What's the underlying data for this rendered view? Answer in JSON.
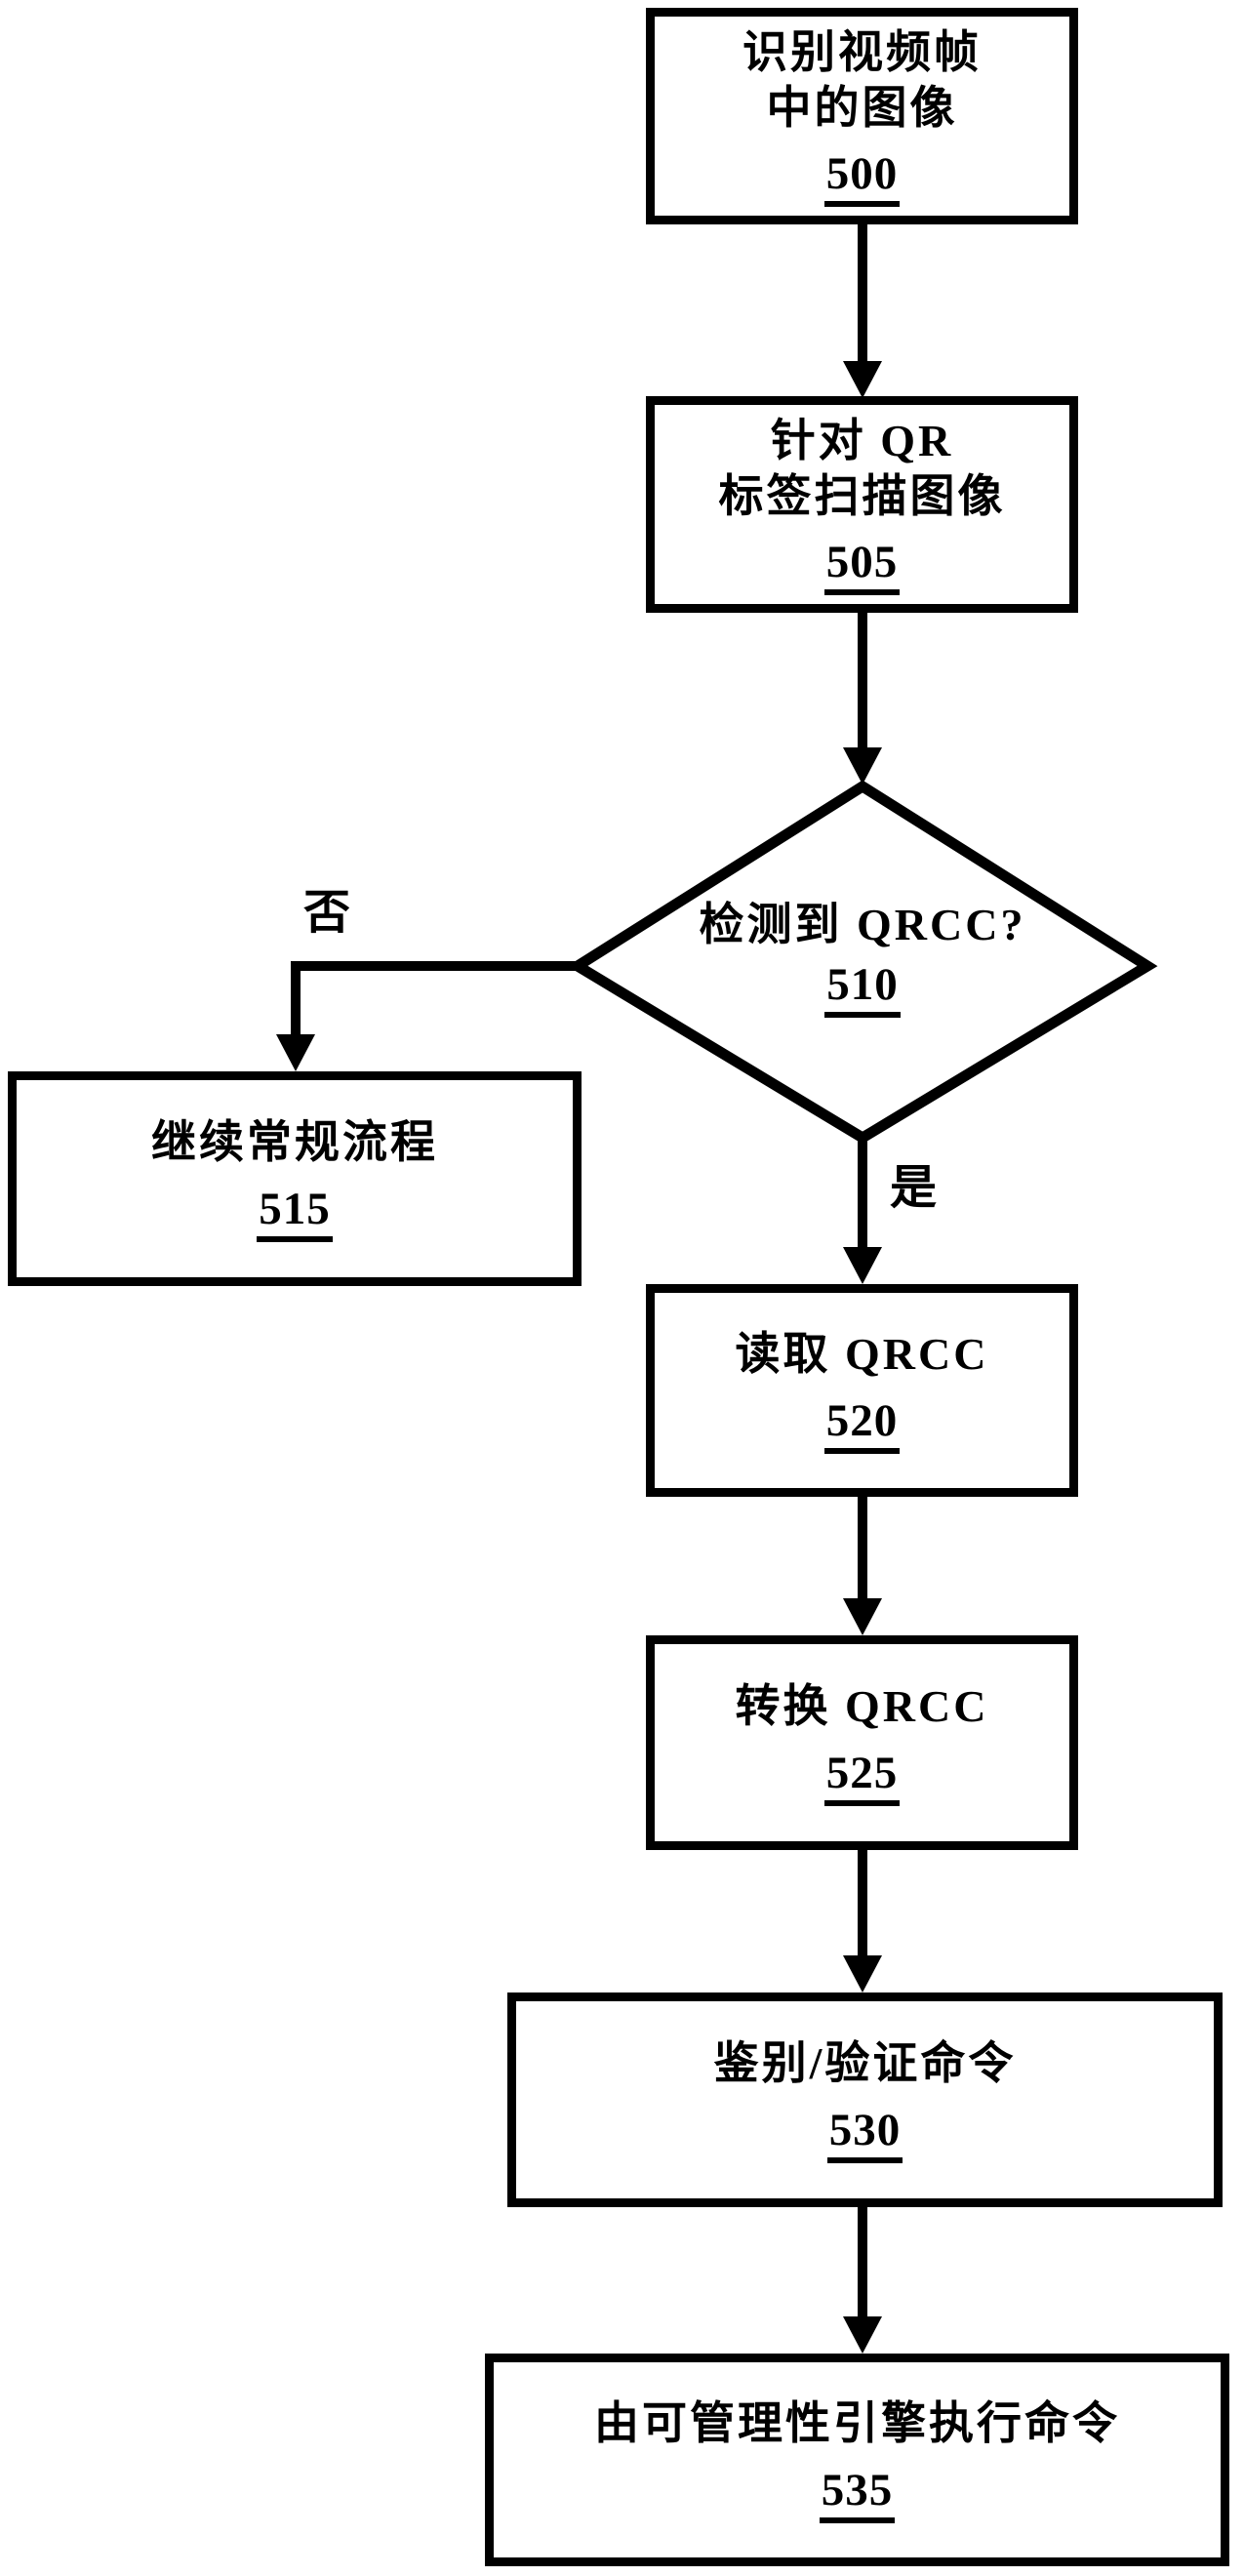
{
  "figure": {
    "type": "flowchart",
    "background_color": "#ffffff",
    "line_color": "#000000"
  },
  "nodes": {
    "n500": {
      "shape": "process",
      "line1": "识别视频帧",
      "line2": "中的图像",
      "ref": "500"
    },
    "n505": {
      "shape": "process",
      "line1": "针对 QR",
      "line2": "标签扫描图像",
      "ref": "505"
    },
    "n510": {
      "shape": "decision",
      "line1": "检测到 QRCC?",
      "ref": "510"
    },
    "n515": {
      "shape": "process",
      "line1": "继续常规流程",
      "ref": "515"
    },
    "n520": {
      "shape": "process",
      "line1": "读取 QRCC",
      "ref": "520"
    },
    "n525": {
      "shape": "process",
      "line1": "转换 QRCC",
      "ref": "525"
    },
    "n530": {
      "shape": "process",
      "line1": "鉴别/验证命令",
      "ref": "530"
    },
    "n535": {
      "shape": "process",
      "line1": "由可管理性引擎执行命令",
      "ref": "535"
    }
  },
  "branch_labels": {
    "no": "否",
    "yes": "是"
  },
  "edges": [
    {
      "from": "500",
      "to": "505",
      "label": ""
    },
    {
      "from": "505",
      "to": "510",
      "label": ""
    },
    {
      "from": "510",
      "to": "515",
      "label": "否"
    },
    {
      "from": "510",
      "to": "520",
      "label": "是"
    },
    {
      "from": "520",
      "to": "525",
      "label": ""
    },
    {
      "from": "525",
      "to": "530",
      "label": ""
    },
    {
      "from": "530",
      "to": "535",
      "label": ""
    }
  ]
}
